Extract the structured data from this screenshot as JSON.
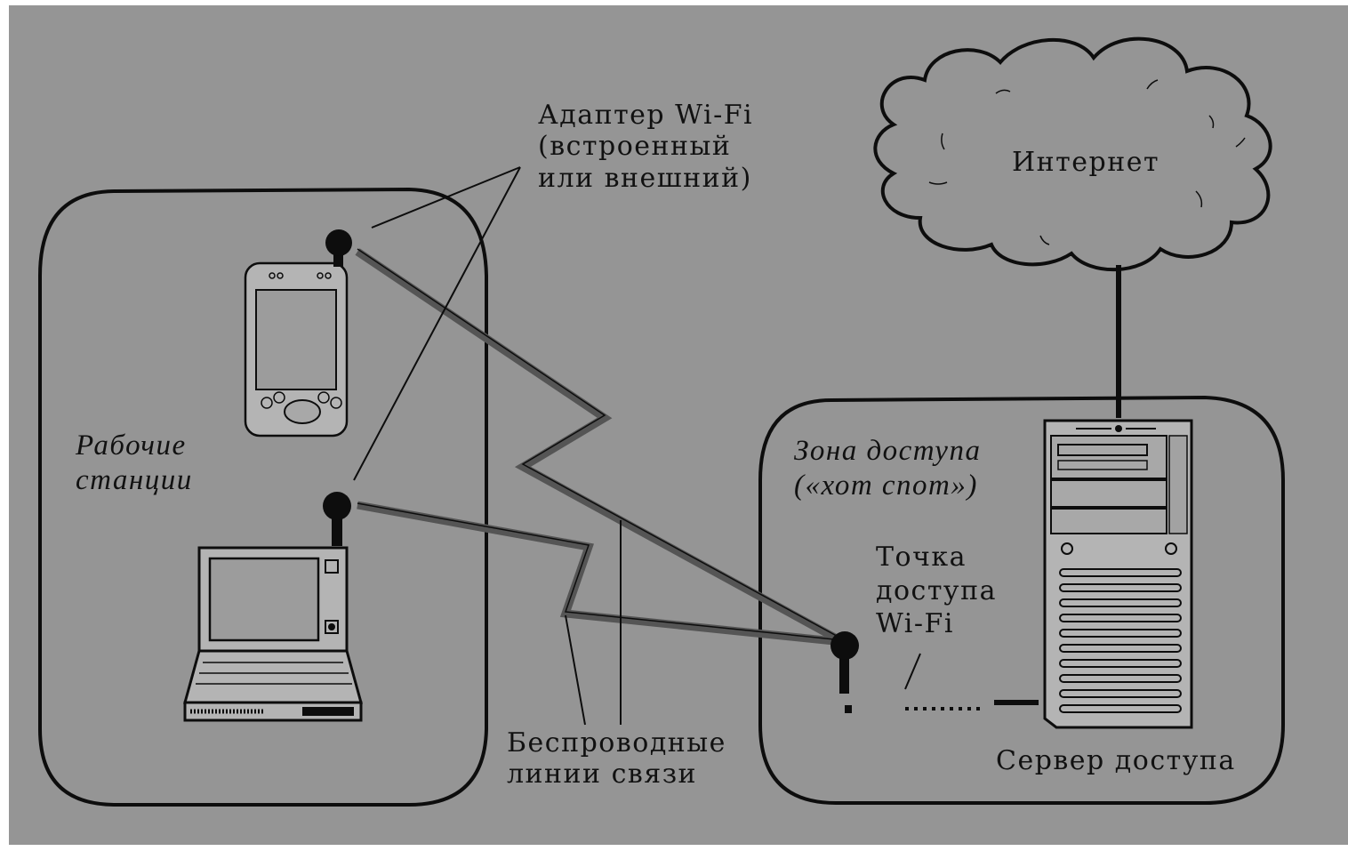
{
  "colors": {
    "background": "#959595",
    "ink": "#0d0d0d",
    "device_fill": "#b4b4b4",
    "signal": "#5a5a5a"
  },
  "labels": {
    "adapter": [
      "Адаптер Wi-Fi",
      "(встроенный",
      "или внешний)"
    ],
    "workstations": [
      "Рабочие",
      "станции"
    ],
    "internet": "Интернет",
    "access_zone": [
      "Зона доступа",
      "(«хот спот»)"
    ],
    "access_point": [
      "Точка",
      "доступа",
      "Wi-Fi"
    ],
    "wireless_links": [
      "Беспроводные",
      "линии связи"
    ],
    "access_server": "Сервер доступа"
  },
  "icons": {
    "pda": "pda-icon",
    "laptop": "laptop-icon",
    "server": "server-tower-icon",
    "cloud": "cloud-icon",
    "antenna": "antenna-icon"
  }
}
